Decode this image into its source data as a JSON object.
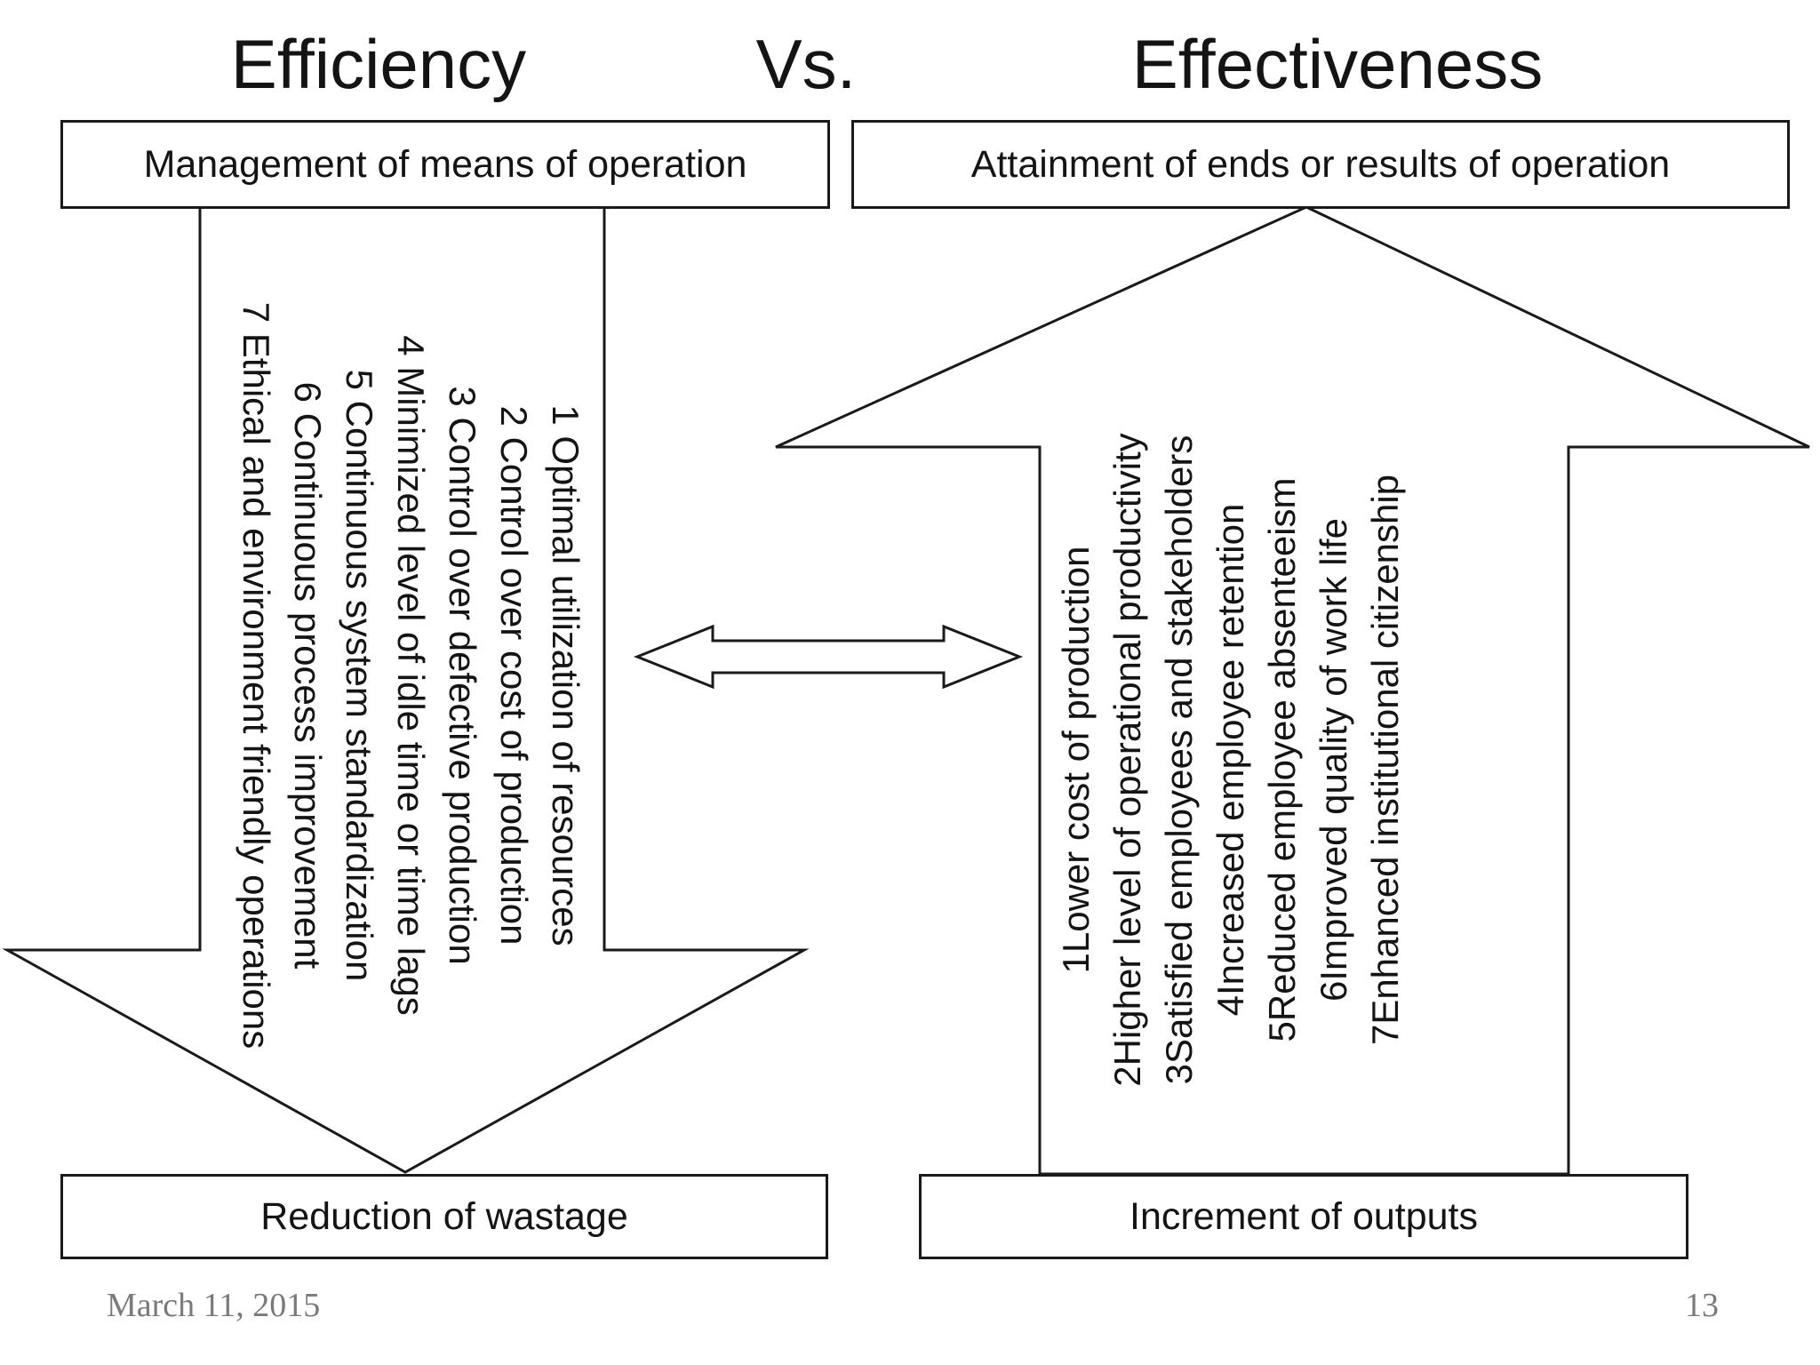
{
  "title": {
    "left": "Efficiency",
    "versus": "Vs.",
    "right": "Effectiveness"
  },
  "efficiency": {
    "top_box": "Management of means of operation",
    "items": [
      "1 Optimal utilization of resources",
      "2 Control over cost of production",
      "3 Control over defective production",
      "4 Minimized level of idle time or time lags",
      "5 Continuous system standardization",
      "6 Continuous process improvement",
      "7 Ethical and environment friendly operations"
    ],
    "bottom_box": "Reduction of wastage"
  },
  "effectiveness": {
    "top_box": "Attainment of ends or results of operation",
    "items": [
      "1Lower cost of production",
      "2Higher level of operational productivity",
      "3Satisfied employees and stakeholders",
      "4Increased employee retention",
      "5Reduced employee absenteeism",
      "6Improved quality of work life",
      "7Enhanced institutional citizenship"
    ],
    "bottom_box": "Increment of outputs"
  },
  "footer": {
    "date": "March 11, 2015",
    "page_number": "13"
  },
  "colors": {
    "background": "#ffffff",
    "stroke": "#1a1a1a",
    "text": "#141414",
    "footer_text": "#7a7a7a"
  }
}
